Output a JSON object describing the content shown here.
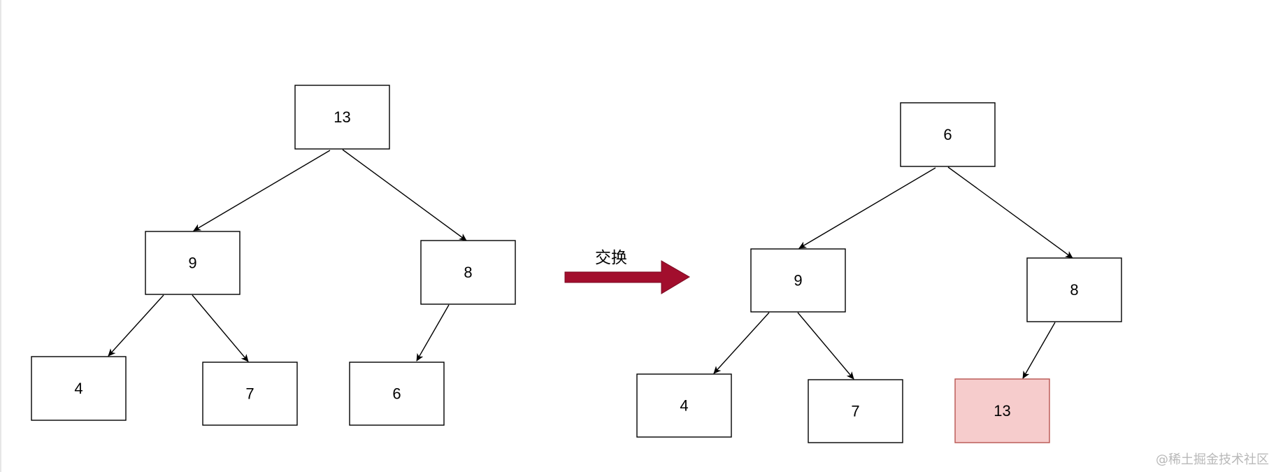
{
  "swap_label": "交换",
  "watermark": "@稀土掘金技术社区",
  "colors": {
    "arrow": "#a20e2d",
    "highlight_fill": "#f6cccc",
    "highlight_stroke": "#b85450"
  },
  "before_tree": {
    "nodes": [
      {
        "id": "l-root",
        "value": "13"
      },
      {
        "id": "l-9",
        "value": "9"
      },
      {
        "id": "l-8",
        "value": "8"
      },
      {
        "id": "l-4",
        "value": "4"
      },
      {
        "id": "l-7",
        "value": "7"
      },
      {
        "id": "l-6",
        "value": "6"
      }
    ]
  },
  "after_tree": {
    "nodes": [
      {
        "id": "r-root",
        "value": "6"
      },
      {
        "id": "r-9",
        "value": "9"
      },
      {
        "id": "r-8",
        "value": "8"
      },
      {
        "id": "r-4",
        "value": "4"
      },
      {
        "id": "r-7",
        "value": "7"
      },
      {
        "id": "r-13",
        "value": "13",
        "highlighted": true
      }
    ]
  }
}
